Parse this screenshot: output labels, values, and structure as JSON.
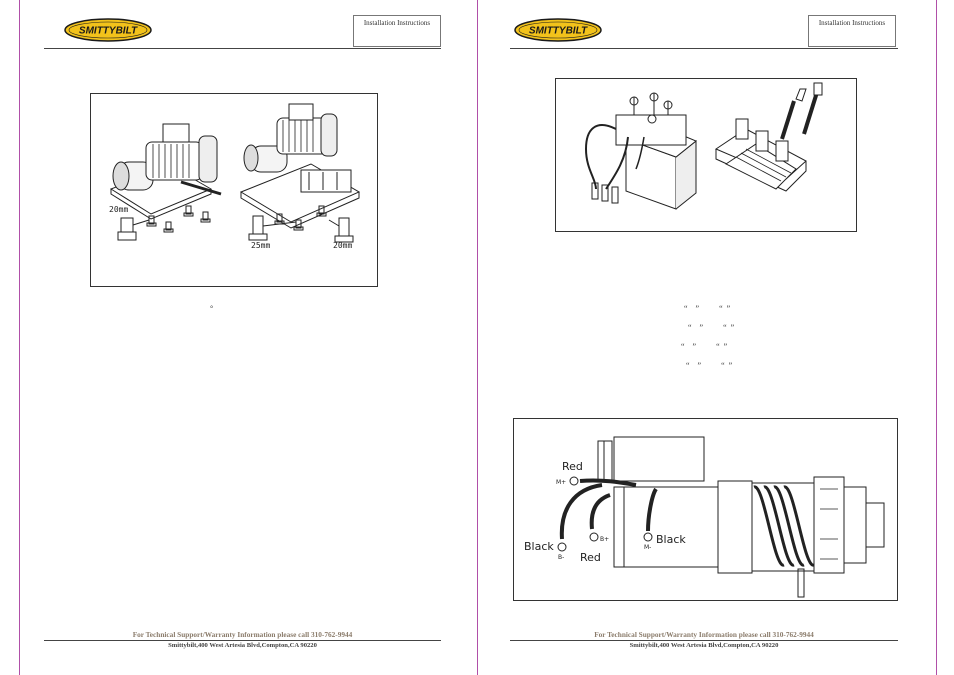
{
  "left_page": {
    "logo_text": "SMITTYBILT",
    "header_box_label": "Installation Instructions",
    "figure": {
      "labels": [
        "20mm",
        "25mm",
        "20mm"
      ]
    },
    "stray_mark": "°",
    "footer": {
      "support": "For Technical Support/Warranty Information please call 310-762-9944",
      "address": "Smittybilt,400 West Artesia Blvd,Compton,CA 90220"
    }
  },
  "right_page": {
    "logo_text": "SMITTYBILT",
    "header_box_label": "Installation Instructions",
    "quote_lines": [
      "“    ”          “  ”",
      "“    ”          “  ”",
      "“    ”          “  ”",
      "“    ”          “  ”"
    ],
    "wiring_figure": {
      "labels": {
        "red_top": "Red",
        "m_plus": "M+",
        "black_left": "Black",
        "b_minus": "B-",
        "b_plus": "B+",
        "red_bottom": "Red",
        "m_minus": "M-",
        "black_right": "Black"
      }
    },
    "footer": {
      "support": "For Technical Support/Warranty Information please call 310-762-9944",
      "address": "Smittybilt,400 West Artesia Blvd,Compton,CA 90220"
    }
  },
  "colors": {
    "page_edge": "#b04fa8",
    "logo_yellow": "#f2c21b",
    "logo_text": "#1a1a1a",
    "footer_support": "#8a7b6a"
  }
}
